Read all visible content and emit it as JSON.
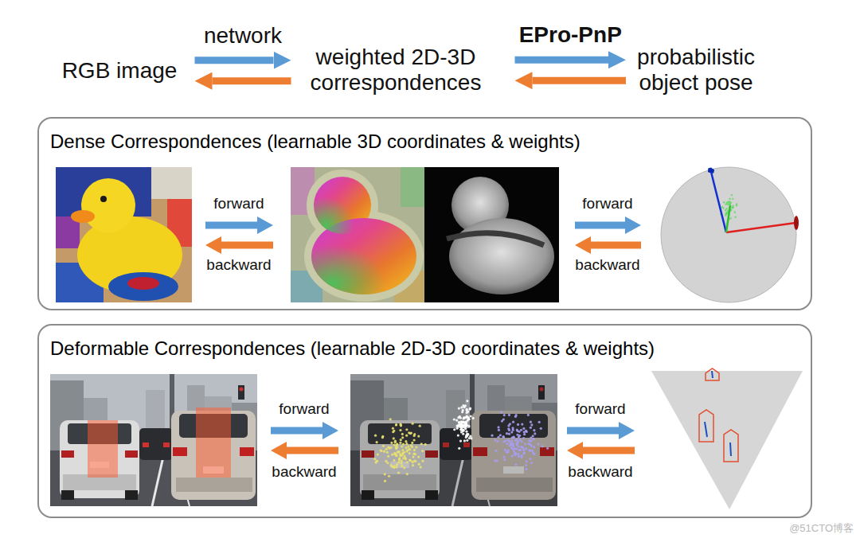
{
  "diagram": {
    "nodes": [
      {
        "text": [
          "RGB image"
        ]
      },
      {
        "text": [
          "weighted 2D-3D correspondences"
        ]
      },
      {
        "text": [
          "probabilistic object pose"
        ]
      },
      {
        "text": [
          "Dense Correspondences (learnable 3D coordinates & weights)"
        ]
      },
      {
        "text": [
          "Deformable Correspondences (learnable 2D-3D coordinates & weights)"
        ]
      }
    ],
    "edges": [
      {
        "from": 0,
        "to": 1,
        "arrow": "to",
        "label": "network"
      },
      {
        "from": 1,
        "to": 0,
        "arrow": "to"
      },
      {
        "from": 1,
        "to": 2,
        "arrow": "to",
        "label": "EPro-PnP"
      },
      {
        "from": 2,
        "to": 1,
        "arrow": "to"
      }
    ],
    "labels": [
      "forward",
      "backward",
      "forward",
      "backward",
      "forward",
      "backward",
      "forward",
      "backward",
      "@51CTO博客"
    ]
  }
}
